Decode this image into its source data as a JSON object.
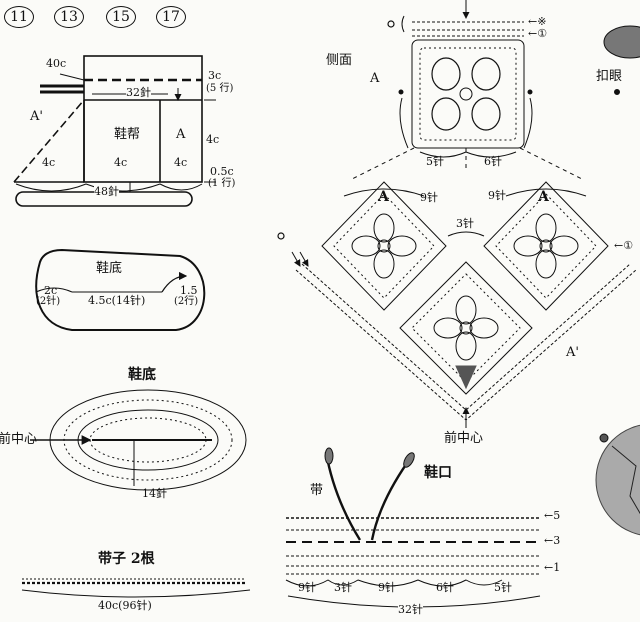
{
  "size_badges": [
    "11",
    "13",
    "15",
    "17"
  ],
  "upper": {
    "dim_40c": "40c",
    "a_prime": "A'",
    "dim_32": "32針",
    "dim_3c": "3c",
    "dim_5rows": "(5 行)",
    "center_label": "鞋帮",
    "a_label": "A",
    "dim_4c_right": "4c",
    "dim_4c_a": "4c",
    "dim_4c_b": "4c",
    "dim_4c_c": "4c",
    "dim_05c": "0.5c",
    "dim_1row": "(1 行)",
    "dim_48": "48針"
  },
  "sole_outline": {
    "title": "鞋底",
    "left_c": "2c",
    "left_st": "(2针)",
    "center": "4.5c(14针)",
    "right_c": "1.5",
    "right_st": "(2行)"
  },
  "sole_chart": {
    "title": "鞋底",
    "front_center": "前中心",
    "stitches": "14針"
  },
  "strap": {
    "title": "带子 2根",
    "length": "40c(96针)"
  },
  "side": {
    "title": "侧面",
    "a_label": "A",
    "row_star": "←※",
    "row_1": "←①",
    "dim_5": "5针",
    "dim_6": "6针"
  },
  "toe": {
    "left_9": "9针",
    "right_9": "9针",
    "center_3": "3针",
    "a_left": "A",
    "a_right": "A",
    "a_prime": "A'",
    "row_1_right": "←①",
    "front_center": "前中心"
  },
  "buttonhole": {
    "label": "扣眼"
  },
  "opening": {
    "title": "鞋口",
    "strap_label": "带",
    "row_5": "←5",
    "row_3": "←3",
    "row_1": "←1",
    "d1": "9针",
    "d2": "3针",
    "d3": "9针",
    "d4": "6针",
    "d5": "5针",
    "total": "32针"
  }
}
